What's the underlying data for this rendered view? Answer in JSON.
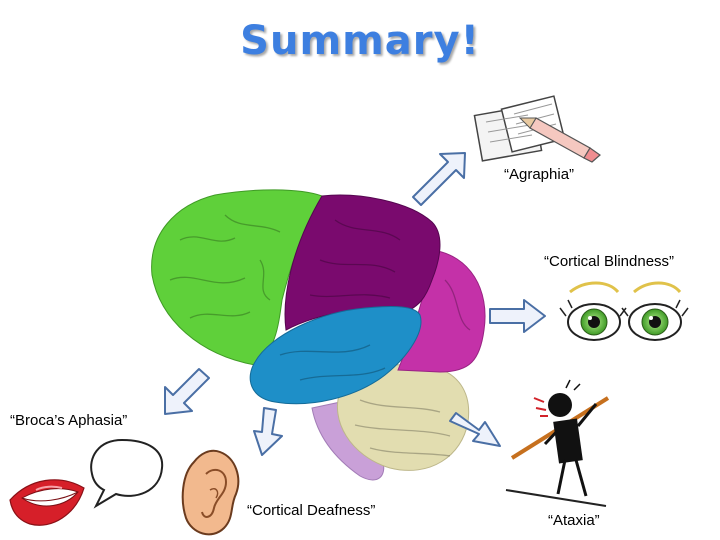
{
  "slide": {
    "title": "Summary!",
    "labels": {
      "agraphia": "“Agraphia”",
      "cortical_blindness": "“Cortical Blindness”",
      "brocas_aphasia": "“Broca’s Aphasia”",
      "cortical_deafness": "“Cortical Deafness”",
      "ataxia": "“Ataxia”"
    }
  },
  "colors": {
    "title": "#3d7fe0",
    "frontal_lobe": "#5fd03a",
    "parietal_lobe": "#7a0a6e",
    "occipital_lobe": "#c431a8",
    "temporal_lobe": "#1e8fc8",
    "cerebellum": "#e2ddb0",
    "brainstem": "#c9a0d8",
    "arrow_fill": "#eef2fb",
    "arrow_stroke": "#4a6fa5"
  }
}
